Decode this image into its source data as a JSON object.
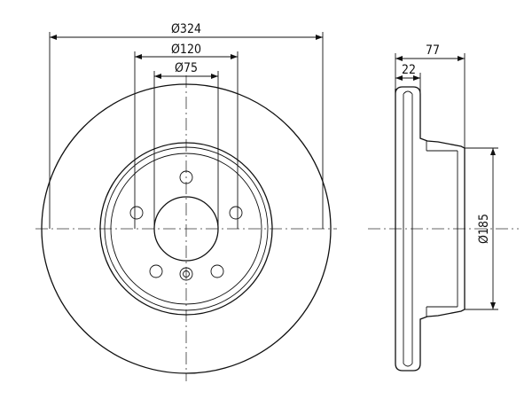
{
  "front_view": {
    "dim_outer": "Ø324",
    "dim_bolt_circle": "Ø120",
    "dim_center_bore": "Ø75"
  },
  "side_view": {
    "dim_total_height": "77",
    "dim_disc_thickness": "22",
    "dim_hat_diameter": "Ø185"
  },
  "colors": {
    "line": "#111111",
    "background": "#ffffff"
  }
}
